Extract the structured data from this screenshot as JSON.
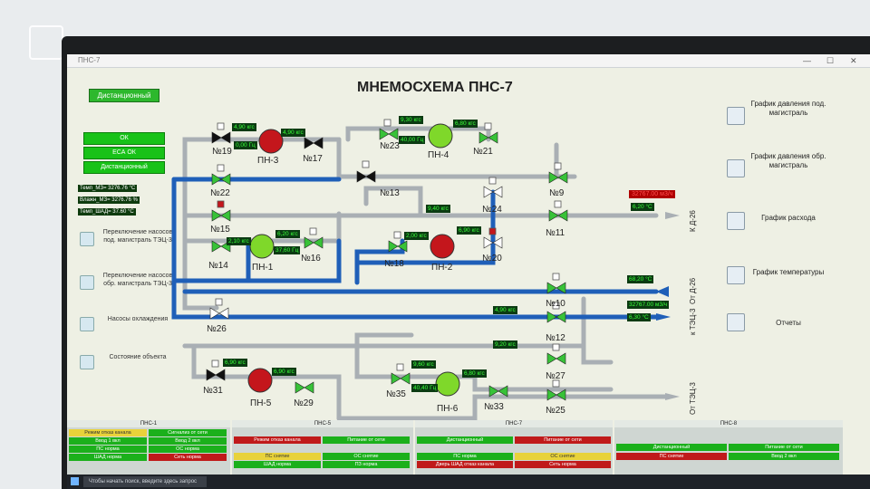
{
  "window": {
    "title": "ПНС-7"
  },
  "scheme": {
    "title": "МНЕМОСХЕМА ПНС-7"
  },
  "mode": "Дистанционный",
  "buttons": [
    {
      "label": "ОК"
    },
    {
      "label": "ЕСА ОК"
    },
    {
      "label": "Дистанционный"
    }
  ],
  "stats": [
    {
      "label": "Темп_МЗ= 3276.76 °С"
    },
    {
      "label": "Влажн_МЗ= 3276.76 %"
    },
    {
      "label": "Темп_ШАД= 37.60 °С"
    }
  ],
  "sidebar": [
    {
      "label": "Переключение насосов под. магистраль ТЭЦ-3"
    },
    {
      "label": "Переключение насосов обр. магистраль ТЭЦ-3"
    },
    {
      "label": "Насосы охлаждения"
    },
    {
      "label": "Состояние объекта"
    }
  ],
  "right_menu": [
    {
      "label": "График давления под. магистраль"
    },
    {
      "label": "График давления обр. магистраль"
    },
    {
      "label": "График расхода"
    },
    {
      "label": "График температуры"
    },
    {
      "label": "Отчеты"
    }
  ],
  "valves": {
    "v19": "№19",
    "v17": "№17",
    "v23": "№23",
    "v21": "№21",
    "v22": "№22",
    "v13": "№13",
    "v9": "№9",
    "v24": "№24",
    "v15": "№15",
    "v11": "№11",
    "v14": "№14",
    "v16": "№16",
    "v18": "№18",
    "v20": "№20",
    "v10": "№10",
    "v26": "№26",
    "v12": "№12",
    "v27": "№27",
    "v31": "№31",
    "v29": "№29",
    "v35": "№35",
    "v33": "№33",
    "v25": "№25"
  },
  "pumps": {
    "p3": "ПН-3",
    "p4": "ПН-4",
    "p1": "ПН-1",
    "p2": "ПН-2",
    "p5": "ПН-5",
    "p6": "ПН-6"
  },
  "readings": {
    "r1": "4,90 кгс",
    "r2": "0,00 Гц",
    "r3": "4,90 кгс",
    "r4": "9,30 кгс",
    "r5": "40,00 Гц",
    "r6": "6,80 кгс",
    "r7": "9,40 кгс",
    "r8": "2,10 кгс",
    "r9": "6,20 кгс",
    "r10": "37,60 Гц",
    "r11": "2,00 кгс",
    "r12": "6,90 кгс",
    "r13": "4,90 кгс",
    "r14": "9,20 кгс",
    "r15": "6,90 кгс",
    "r16": "6,90 кгс",
    "r17": "9,60 кгс",
    "r18": "40,40 Гц",
    "r19": "6,80 кгс",
    "kd_red": "32767.00 м3/ч",
    "kd_p": "6,20 °С",
    "t_in": "68,20 °С",
    "flow_out": "32767.00 м3/ч",
    "t_out": "6,30 °С"
  },
  "edges": {
    "kd26": "К Д-26",
    "otd26": "От Д-26",
    "ktec3": "к ТЭЦ-3",
    "ottec3": "От ТЭЦ-3"
  },
  "panels": [
    {
      "title": "ПНС-1",
      "cells": [
        "Режим отказ канала",
        "Сигнализ от сети",
        "Ввод 1 вкл",
        "Ввод 2 вкл",
        "ПС норма",
        "ОС норма",
        "ШАД норма",
        "Сеть норма"
      ]
    },
    {
      "title": "ПНС-5",
      "cells": [
        "Режим отказ канала",
        "Питание от сети",
        "ПС снятие",
        "ОС снятие",
        "ШАД норма",
        "ПЗ норма"
      ]
    },
    {
      "title": "ПНС-7",
      "cells": [
        "Дистанционный",
        "Питание от сети",
        "ПС норма",
        "ОС снятие",
        "Дверь ШАД отказ канала",
        "Сеть норма"
      ]
    },
    {
      "title": "ПНС-8",
      "cells": [
        "Дистанционный",
        "Питание от сети",
        "ПС снятие",
        "Ввод 2 вкл"
      ]
    }
  ],
  "taskbar": {
    "search": "Чтобы начать поиск, введите здесь запрос"
  },
  "colors": {
    "pipe_blue": "#1f5fb8",
    "pipe_gray": "#a9afb4",
    "running": "#7fd82a",
    "stopped": "#c4161c"
  }
}
